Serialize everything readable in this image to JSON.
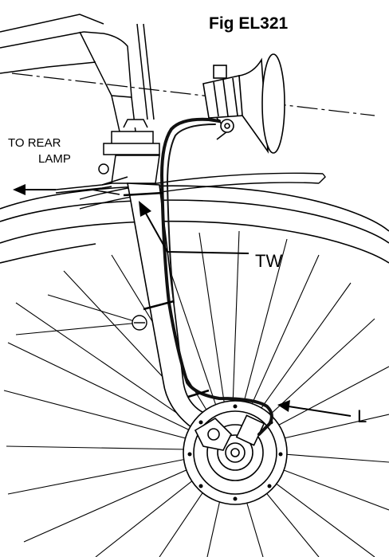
{
  "figure": {
    "title": "Fig EL321",
    "note_line1": "TO REAR",
    "note_line2": "LAMP",
    "label_tw": "TW",
    "label_l": "L"
  },
  "colors": {
    "ink": "#000000",
    "background": "#ffffff",
    "wire": "#111111"
  }
}
